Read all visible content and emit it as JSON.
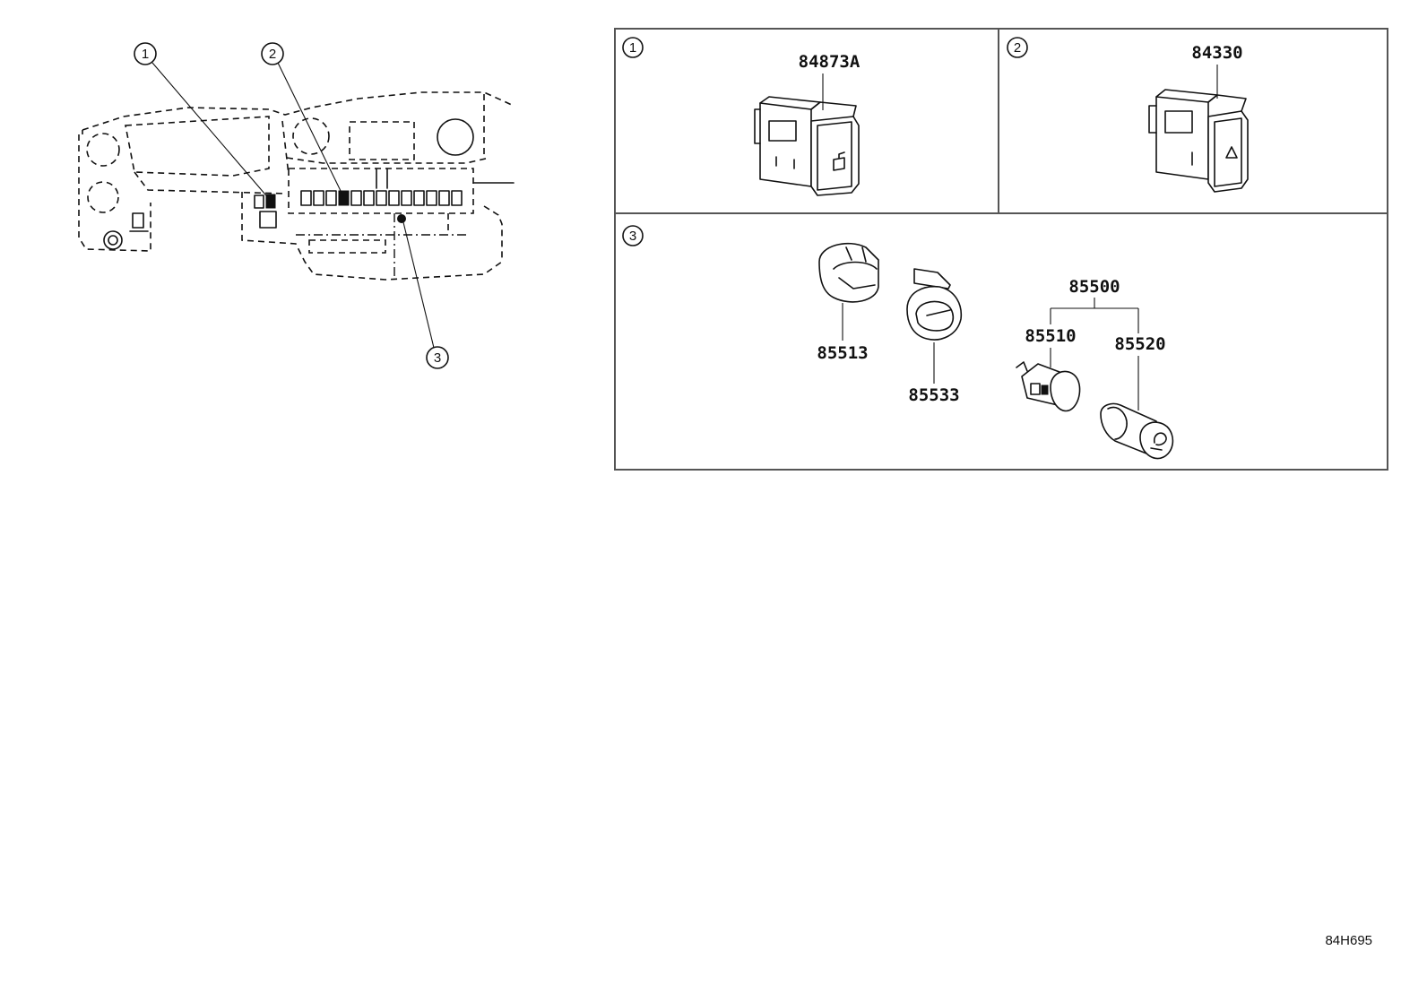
{
  "callouts": [
    "1",
    "2",
    "3"
  ],
  "panels": [
    {
      "id": "1",
      "parts": [
        "84873A"
      ]
    },
    {
      "id": "2",
      "parts": [
        "84330"
      ]
    },
    {
      "id": "3",
      "group": "85500",
      "parts": [
        "85513",
        "85533",
        "85510",
        "85520"
      ]
    }
  ],
  "diagram_id": "84H695",
  "colors": {
    "line": "#111111",
    "background": "#ffffff"
  },
  "icons": {
    "panel1_switch": "fuel-lid-switch-icon",
    "panel2_switch": "hazard-warning-switch-icon",
    "panel3_socket": "accessory-socket-icon",
    "panel3_cap": "socket-cap-icon"
  }
}
